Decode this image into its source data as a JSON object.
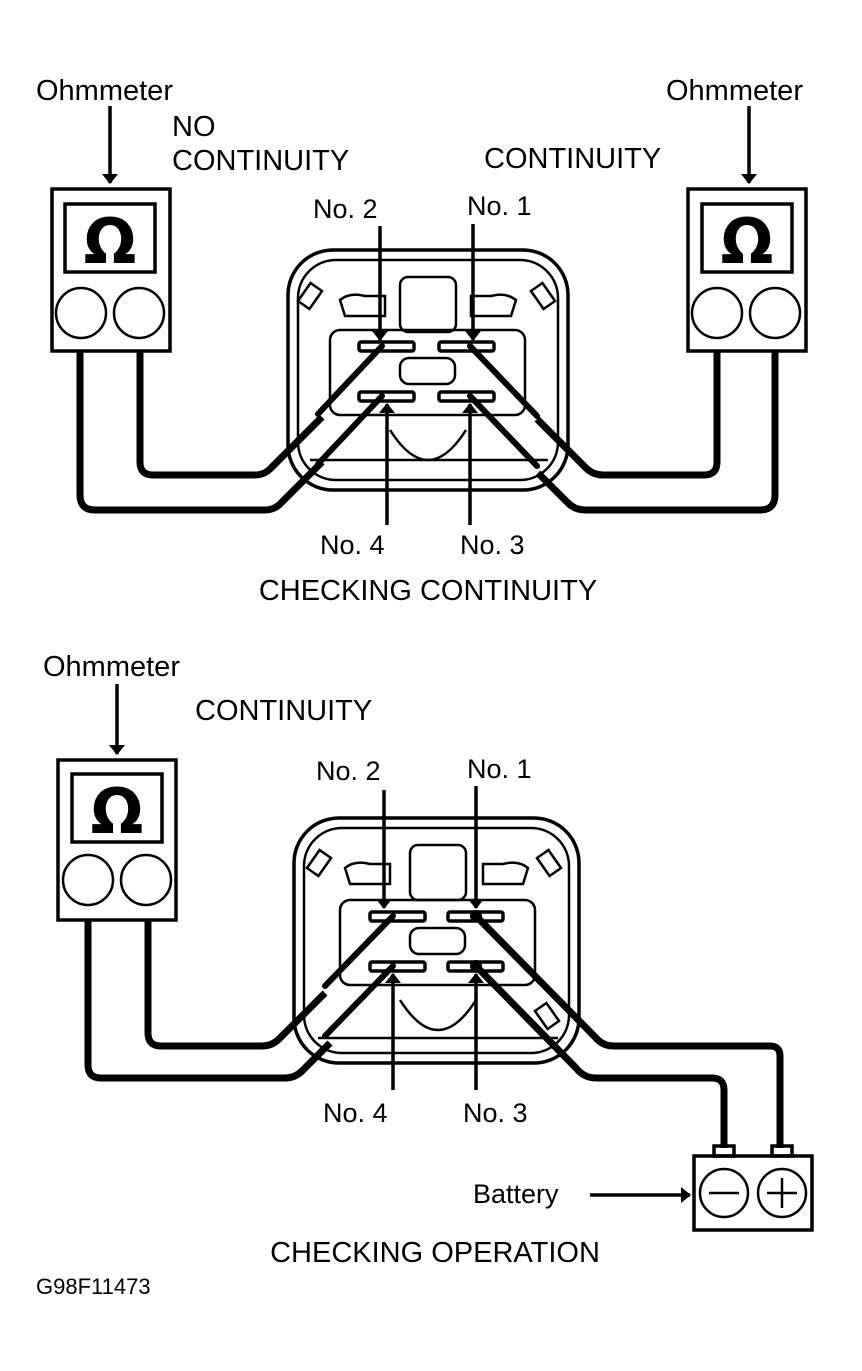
{
  "figure_code": "G98F11473",
  "top_panel": {
    "caption": "CHECKING CONTINUITY",
    "left_meter": {
      "label": "Ohmmeter",
      "symbol": "Ω",
      "state_line1": "NO",
      "state_line2": "CONTINUITY"
    },
    "right_meter": {
      "label": "Ohmmeter",
      "symbol": "Ω",
      "state": "CONTINUITY"
    },
    "terminals": {
      "t1": "No. 1",
      "t2": "No. 2",
      "t3": "No. 3",
      "t4": "No. 4"
    }
  },
  "bottom_panel": {
    "caption": "CHECKING OPERATION",
    "meter": {
      "label": "Ohmmeter",
      "symbol": "Ω",
      "state": "CONTINUITY"
    },
    "terminals": {
      "t1": "No. 1",
      "t2": "No. 2",
      "t3": "No. 3",
      "t4": "No. 4"
    },
    "battery": {
      "label": "Battery",
      "negative": "−",
      "positive": "+"
    }
  }
}
